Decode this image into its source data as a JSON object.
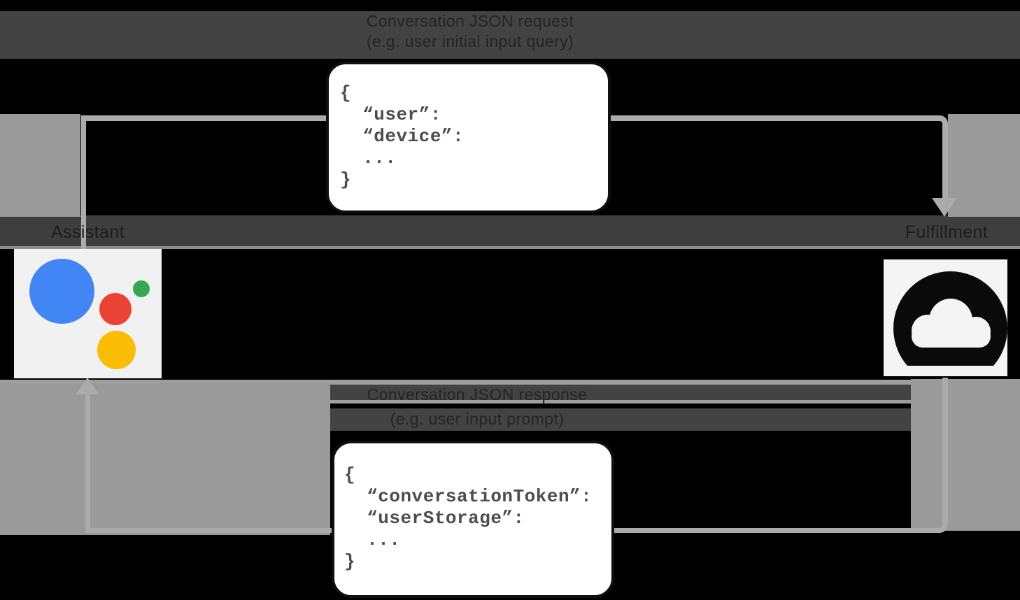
{
  "labels": {
    "request_line1": "Conversation JSON request",
    "request_line2": "(e.g. user initial input query)",
    "response_line1": "Conversation JSON response",
    "response_line2": "(e.g. user input prompt)",
    "assistant": "Assistant",
    "fulfillment": "Fulfillment"
  },
  "code": {
    "request": "{\n  “user”:\n  “device”:\n  ...\n}",
    "response": "{\n  “conversationToken”:\n  “userStorage”:\n  ...\n}"
  },
  "icons": {
    "assistant": "google-assistant-logo-icon",
    "fulfillment": "cloud-icon",
    "request_arrow": "arrow-right-down-icon",
    "response_arrow": "arrow-left-up-icon"
  },
  "colors": {
    "background": "#000000",
    "artifact_band": "#434343",
    "artifact_gray": "#9a9a9a",
    "arrow": "#ababab",
    "box_background": "#ffffff",
    "box_border": "#0f0f0f",
    "code_text": "#4d4d4d",
    "tile_background": "#f1f1f1",
    "google_blue": "#4285f4",
    "google_red": "#ea4335",
    "google_green": "#34a853",
    "google_yellow": "#fbbc04",
    "cloud_icon": "#0a0a0a"
  }
}
